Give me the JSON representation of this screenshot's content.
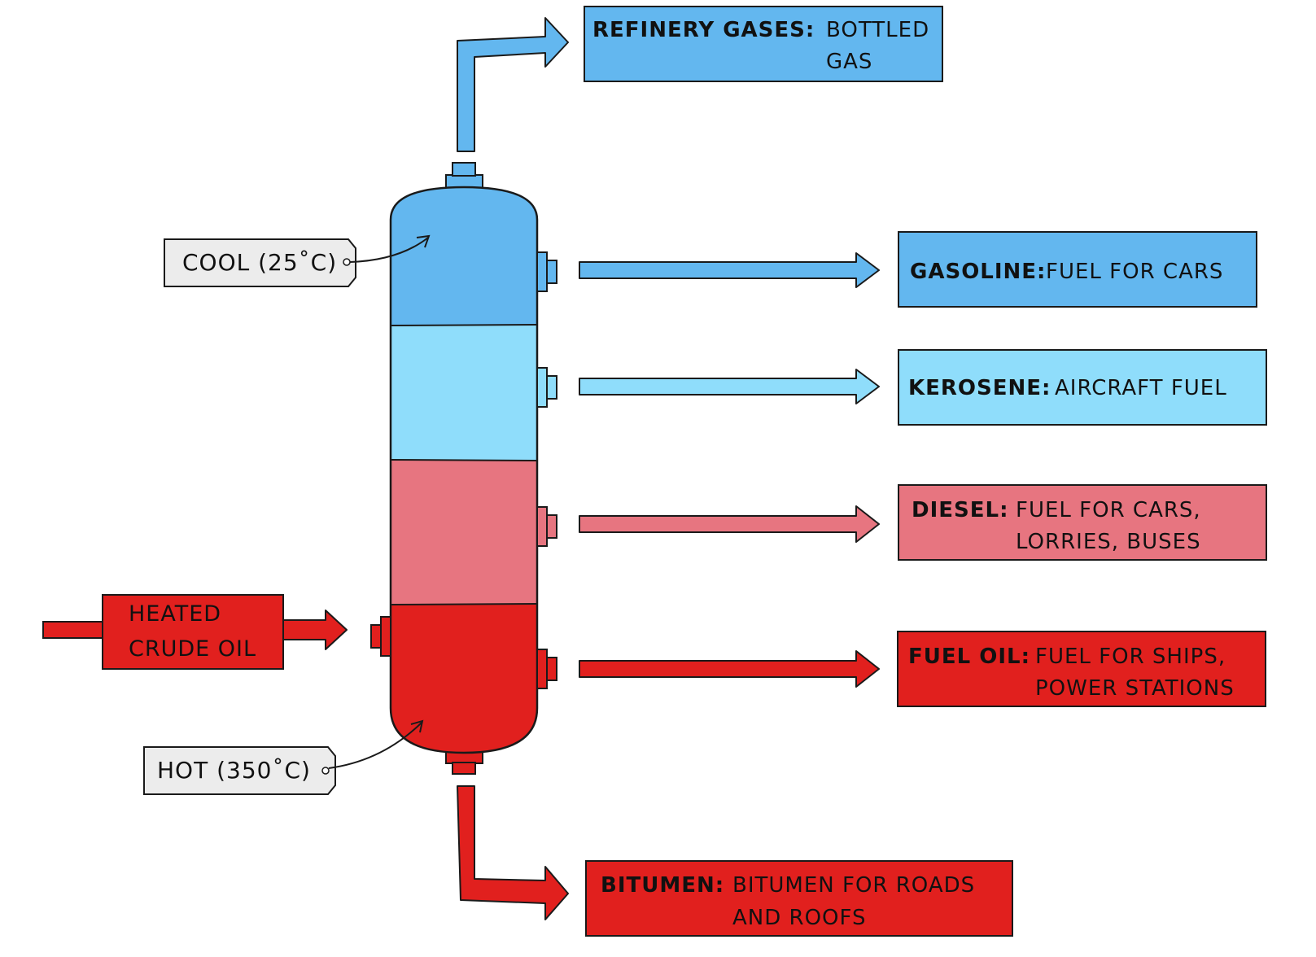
{
  "colors": {
    "top_blue": "#63b7ef",
    "light_blue": "#8fddfb",
    "pink": "#e77580",
    "red": "#e1201e",
    "tag_grey": "#ececec",
    "outline": "#1a1a1a"
  },
  "column": {
    "sections": [
      {
        "name": "column-top",
        "color": "#63b7ef"
      },
      {
        "name": "column-middle-upper",
        "color": "#8fddfb"
      },
      {
        "name": "column-middle-lower",
        "color": "#e77580"
      },
      {
        "name": "column-bottom",
        "color": "#e1201e"
      }
    ]
  },
  "tags": {
    "cool": "COOL (25˚C)",
    "hot": "HOT (350˚C)"
  },
  "input": {
    "line1": "HEATED",
    "line2": "CRUDE OIL"
  },
  "fractions": {
    "refinery": {
      "name": "REFINERY  GASES:",
      "use1": "BOTTLED",
      "use2": "GAS",
      "color": "#63b7ef"
    },
    "gasoline": {
      "name": "GASOLINE:",
      "use1": "FUEL FOR CARS",
      "color": "#63b7ef"
    },
    "kerosene": {
      "name": "KEROSENE:",
      "use1": "AIRCRAFT  FUEL",
      "color": "#8fddfb"
    },
    "diesel": {
      "name": "DIESEL:",
      "use1": "FUEL  FOR  CARS,",
      "use2": "LORRIES, BUSES",
      "color": "#e77580"
    },
    "fueloil": {
      "name": "FUEL  OIL:",
      "use1": "FUEL  FOR SHIPS,",
      "use2": "POWER  STATIONS",
      "color": "#e1201e"
    },
    "bitumen": {
      "name": "BITUMEN:",
      "use1": "BITUMEN  FOR  ROADS",
      "use2": "AND  ROOFS",
      "color": "#e1201e"
    }
  }
}
